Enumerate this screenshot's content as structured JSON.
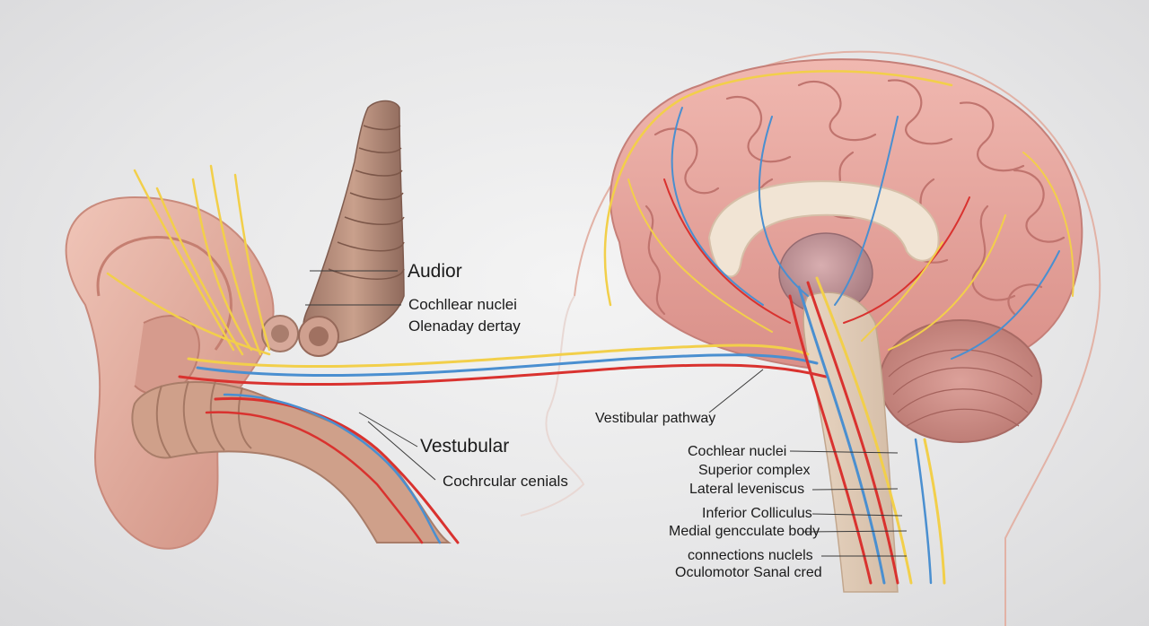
{
  "labels": {
    "audior": "Audior",
    "cochlear_nuclei_top": "Cochllear nuclei",
    "olenaday_dertay": "Olenaday dertay",
    "vestibular_pathway": "Vestibular pathway",
    "vestubular": "Vestubular",
    "cochrcular_cenals": "Cochrcular cenials",
    "cochlear_nuclei": "Cochlear nuclei",
    "superior_complex": "Superior complex",
    "lateral_leveniscus": "Lateral leveniscus",
    "inferior_colliculus": "Inferior Colliculus",
    "medial_geniculate_body": "Medial gencculate body",
    "connections_nuclels": "connections nuclels",
    "oculomotor_sanal_cred": "Oculomotor Sanal cred"
  },
  "colors": {
    "nerve_yellow": "#f2cf4a",
    "nerve_red": "#d9322f",
    "nerve_blue": "#4a8fd0",
    "brain_pink": "#e9a7a1",
    "ear_pink": "#e7b3a5",
    "canal_tan": "#c9997f"
  }
}
